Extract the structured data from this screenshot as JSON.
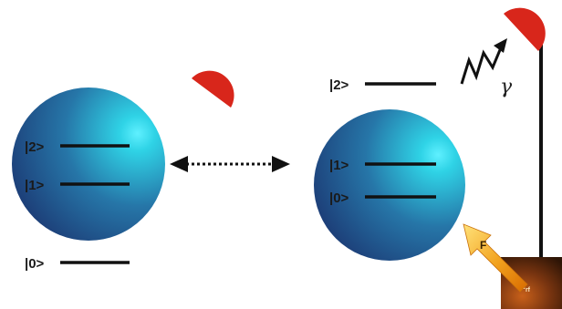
{
  "left_atom": {
    "levels": [
      "|2>",
      "|1>",
      "|0>"
    ]
  },
  "right_atom": {
    "levels": [
      "|2>",
      "|1>",
      "|0>"
    ]
  },
  "photon_label": "γ",
  "force_label": "F",
  "source_label": {
    "main": "H",
    "sub": "rf"
  },
  "colors": {
    "sphere_light": "#2fd3e6",
    "sphere_dark": "#1c3a78",
    "detector": "#d8261b",
    "level_line": "#111111",
    "arrow_light": "#ffd36a",
    "arrow_dark": "#e07a00",
    "source_dark": "#3a1c08",
    "source_light": "#b8520f"
  }
}
